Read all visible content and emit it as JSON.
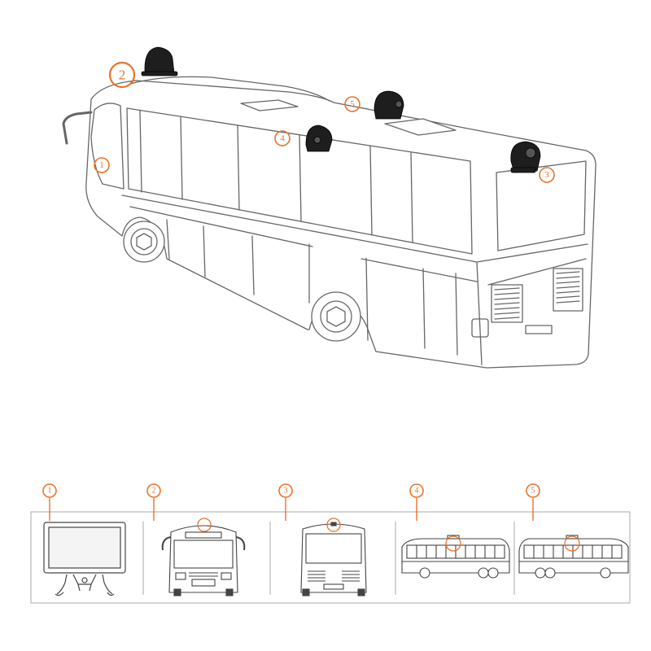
{
  "accent_color": "#e8732a",
  "line_color": "#555555",
  "camera_color": "#1e1e1e",
  "diagram": {
    "main_callouts": [
      "1",
      "2",
      "3",
      "4",
      "5"
    ],
    "panels": [
      {
        "number": "1",
        "icon": "monitor-icon"
      },
      {
        "number": "2",
        "icon": "bus-front-view-icon"
      },
      {
        "number": "3",
        "icon": "bus-rear-view-icon"
      },
      {
        "number": "4",
        "icon": "bus-left-side-view-icon"
      },
      {
        "number": "5",
        "icon": "bus-right-side-view-icon"
      }
    ]
  }
}
